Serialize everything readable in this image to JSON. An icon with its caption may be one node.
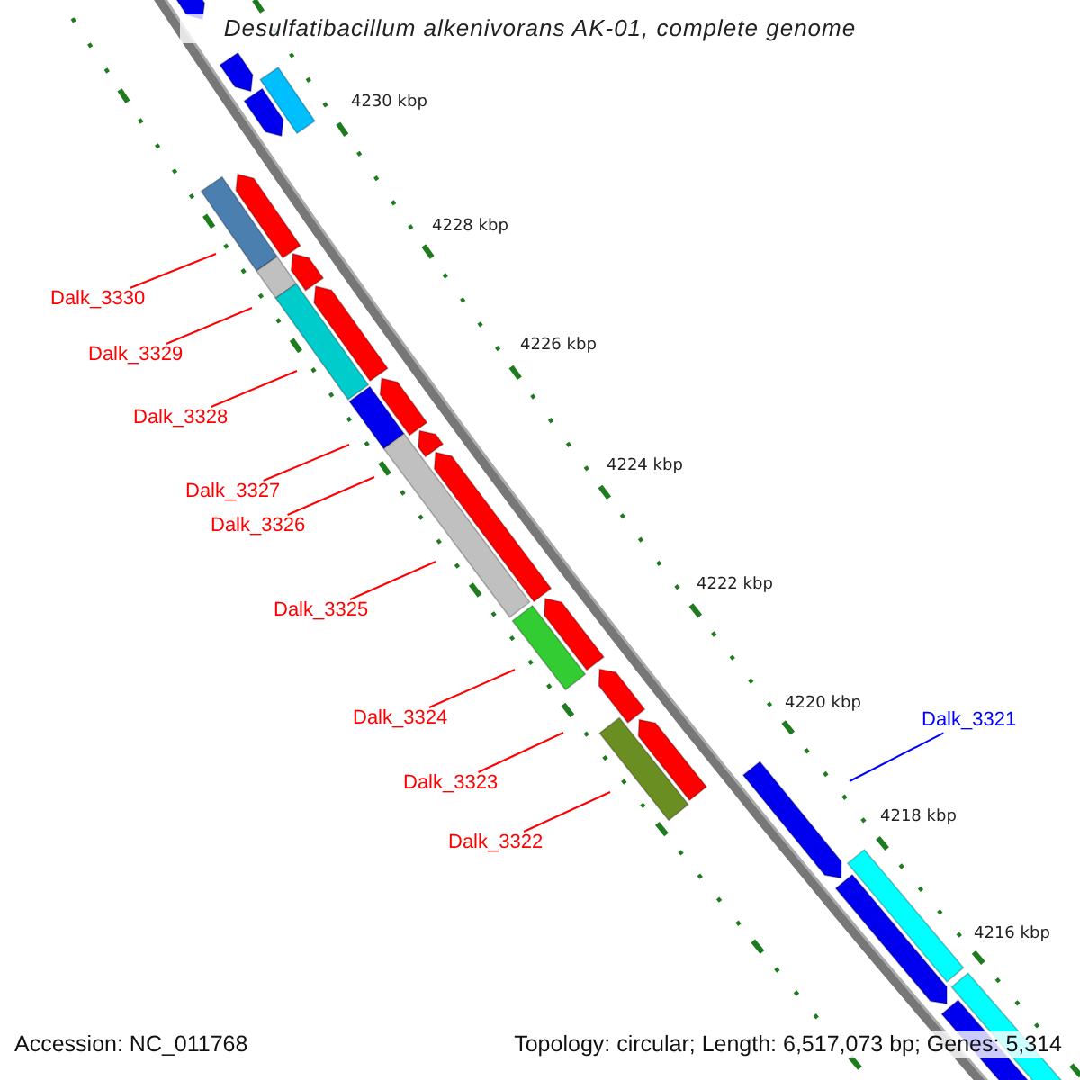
{
  "diagram": {
    "title": "Desulfatibacillum alkenivorans AK-01, complete genome",
    "nodes": [
      {
        "text": [
          "Dalk_3330"
        ]
      },
      {
        "text": [
          "Dalk_3329"
        ]
      },
      {
        "text": [
          "Dalk_3328"
        ]
      },
      {
        "text": [
          "Dalk_3327"
        ]
      },
      {
        "text": [
          "Dalk_3326"
        ]
      },
      {
        "text": [
          "Dalk_3325"
        ]
      },
      {
        "text": [
          "Dalk_3324"
        ]
      },
      {
        "text": [
          "Dalk_3323"
        ]
      },
      {
        "text": [
          "Dalk_3322"
        ]
      },
      {
        "text": [
          "Dalk_3321"
        ]
      }
    ],
    "edges": [
      {
        "from": 0,
        "to": null,
        "arrow": "none"
      },
      {
        "from": 1,
        "to": null,
        "arrow": "none"
      },
      {
        "from": 2,
        "to": null,
        "arrow": "none"
      },
      {
        "from": 3,
        "to": null,
        "arrow": "none"
      },
      {
        "from": 4,
        "to": null,
        "arrow": "none"
      },
      {
        "from": 5,
        "to": null,
        "arrow": "none"
      },
      {
        "from": 6,
        "to": null,
        "arrow": "none"
      },
      {
        "from": 7,
        "to": null,
        "arrow": "none"
      },
      {
        "from": 8,
        "to": null,
        "arrow": "none"
      },
      {
        "from": 9,
        "to": null,
        "arrow": "none",
        "color": "#0000ff"
      }
    ],
    "labels": [
      "4230 kbp",
      "4228 kbp",
      "4226 kbp",
      "4224 kbp",
      "4222 kbp",
      "4220 kbp",
      "4218 kbp",
      "4216 kbp",
      "Accession: NC_011768",
      "Topology: circular; Length: 6,517,073 bp; Genes: 5,314"
    ]
  }
}
